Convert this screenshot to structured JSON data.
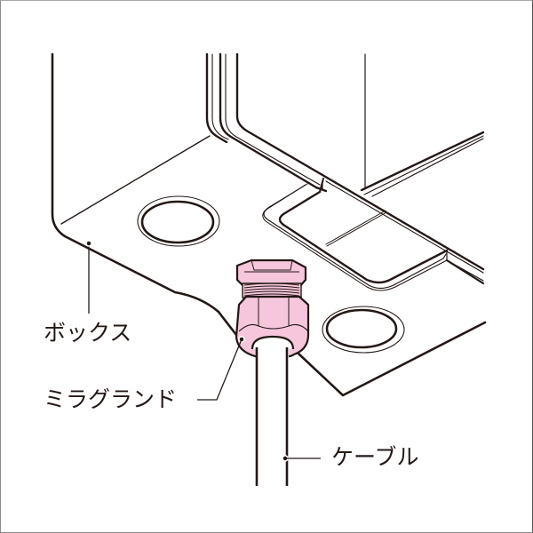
{
  "diagram": {
    "type": "technical-illustration",
    "subject": "cable gland installed on box underside",
    "colors": {
      "line": "#231815",
      "gland_fill": "#f5c6dc",
      "background": "#ffffff"
    },
    "labels": {
      "box": "ボックス",
      "gland": "ミラグランド",
      "cable": "ケーブル"
    },
    "parts": [
      {
        "id": "box",
        "label": "ボックス"
      },
      {
        "id": "gland",
        "label": "ミラグランド"
      },
      {
        "id": "cable",
        "label": "ケーブル"
      }
    ],
    "knockout_holes": 2
  }
}
